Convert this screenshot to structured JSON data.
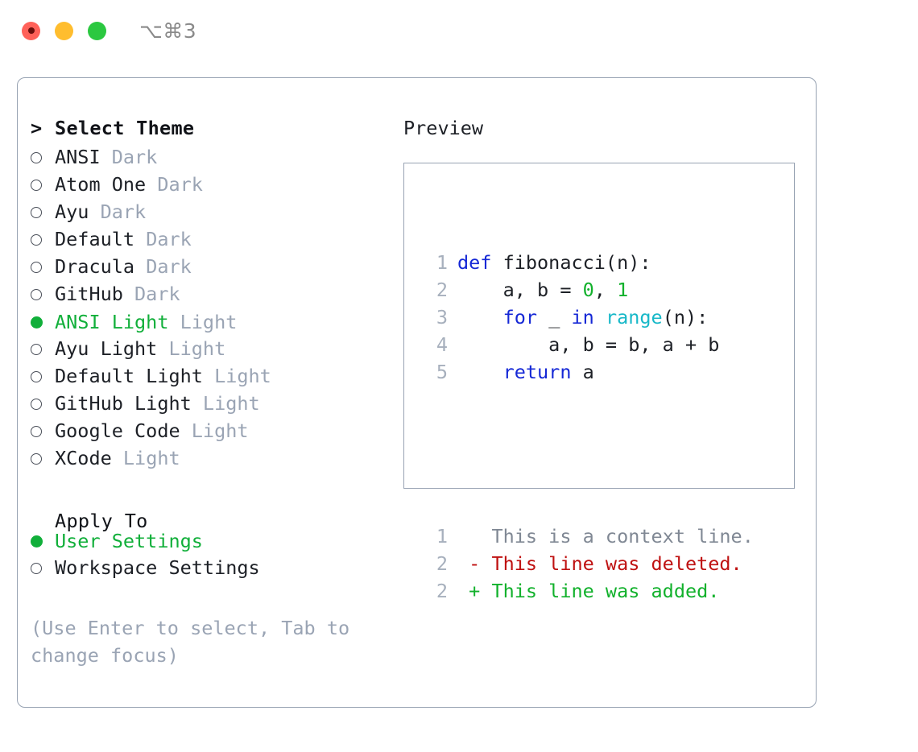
{
  "titlebar": {
    "shortcut": "⌥⌘3",
    "lights": [
      {
        "name": "close",
        "color": "#ff6159"
      },
      {
        "name": "minimize",
        "color": "#ffbd2e"
      },
      {
        "name": "maximize",
        "color": "#2bc840"
      }
    ]
  },
  "theme_picker": {
    "caret": ">",
    "heading": "Select Theme",
    "items": [
      {
        "name": "ANSI",
        "kind": "Dark",
        "selected": false
      },
      {
        "name": "Atom One",
        "kind": "Dark",
        "selected": false
      },
      {
        "name": "Ayu",
        "kind": "Dark",
        "selected": false
      },
      {
        "name": "Default",
        "kind": "Dark",
        "selected": false
      },
      {
        "name": "Dracula",
        "kind": "Dark",
        "selected": false
      },
      {
        "name": "GitHub",
        "kind": "Dark",
        "selected": false
      },
      {
        "name": "ANSI Light",
        "kind": "Light",
        "selected": true
      },
      {
        "name": "Ayu Light",
        "kind": "Light",
        "selected": false
      },
      {
        "name": "Default Light",
        "kind": "Light",
        "selected": false
      },
      {
        "name": "GitHub Light",
        "kind": "Light",
        "selected": false
      },
      {
        "name": "Google Code",
        "kind": "Light",
        "selected": false
      },
      {
        "name": "XCode",
        "kind": "Light",
        "selected": false
      }
    ]
  },
  "apply_to": {
    "heading": "Apply To",
    "options": [
      {
        "label": "User Settings",
        "selected": true
      },
      {
        "label": "Workspace Settings",
        "selected": false
      }
    ]
  },
  "hint": "(Use Enter to select, Tab to change focus)",
  "preview": {
    "title": "Preview",
    "code_lines": [
      {
        "no": "1",
        "tokens": [
          {
            "t": "def ",
            "c": "kw"
          },
          {
            "t": "fibonacci(n):",
            "c": "plain"
          }
        ]
      },
      {
        "no": "2",
        "tokens": [
          {
            "t": "    a, b = ",
            "c": "plain"
          },
          {
            "t": "0",
            "c": "num"
          },
          {
            "t": ", ",
            "c": "plain"
          },
          {
            "t": "1",
            "c": "num"
          }
        ]
      },
      {
        "no": "3",
        "tokens": [
          {
            "t": "    ",
            "c": "plain"
          },
          {
            "t": "for",
            "c": "kw"
          },
          {
            "t": " _ ",
            "c": "plain"
          },
          {
            "t": "in",
            "c": "kw"
          },
          {
            "t": " ",
            "c": "plain"
          },
          {
            "t": "range",
            "c": "fn"
          },
          {
            "t": "(n):",
            "c": "plain"
          }
        ]
      },
      {
        "no": "4",
        "tokens": [
          {
            "t": "        a, b = b, a + b",
            "c": "plain"
          }
        ]
      },
      {
        "no": "5",
        "tokens": [
          {
            "t": "    ",
            "c": "plain"
          },
          {
            "t": "return",
            "c": "kw"
          },
          {
            "t": " a",
            "c": "plain"
          }
        ]
      }
    ],
    "diff_lines": [
      {
        "no": "1",
        "sign": " ",
        "text": "This is a context line.",
        "kind": "ctx"
      },
      {
        "no": "2",
        "sign": "-",
        "text": "This line was deleted.",
        "kind": "del"
      },
      {
        "no": "2",
        "sign": "+",
        "text": "This line was added.",
        "kind": "add"
      }
    ]
  },
  "colors": {
    "accent_green": "#11af3a",
    "keyword_blue": "#1528d6",
    "function_cyan": "#17b8c8",
    "number_green": "#12b12c",
    "diff_delete_red": "#bf1111",
    "diff_add_green": "#12b12c",
    "muted_gray": "#9aa4b4",
    "border_gray": "#97a2b2"
  }
}
